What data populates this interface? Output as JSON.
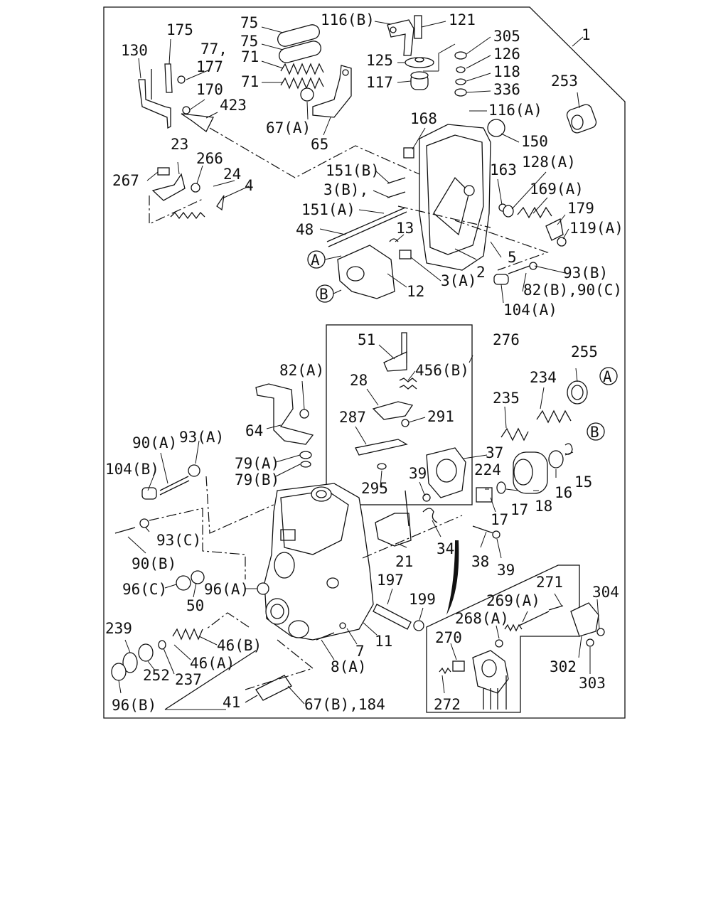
{
  "diagram": {
    "callouts": [
      "1",
      "2",
      "3(A)",
      "3(B),",
      "4",
      "5",
      "7",
      "8(A)",
      "11",
      "12",
      "13",
      "15",
      "16",
      "17",
      "17",
      "18",
      "21",
      "23",
      "24",
      "28",
      "34",
      "37",
      "38",
      "39",
      "39",
      "41",
      "46(A)",
      "46(B)",
      "48",
      "50",
      "51",
      "64",
      "65",
      "67(A)",
      "67(B),184",
      "71",
      "71",
      "75",
      "75",
      "77,",
      "79(A)",
      "79(B)",
      "82(A)",
      "82(B),90(C)",
      "90(A)",
      "90(B)",
      "93(A)",
      "93(B)",
      "93(C)",
      "96(A)",
      "96(B)",
      "96(C)",
      "104(A)",
      "104(B)",
      "116(A)",
      "116(B)",
      "117",
      "118",
      "119(A)",
      "121",
      "125",
      "126",
      "128(A)",
      "130",
      "150",
      "151(A)",
      "151(B)",
      "163",
      "168",
      "169(A)",
      "170",
      "175",
      "177",
      "179",
      "197",
      "199",
      "224",
      "234",
      "235",
      "237",
      "239",
      "252",
      "253",
      "255",
      "266",
      "267",
      "268(A)",
      "269(A)",
      "270",
      "271",
      "272",
      "276",
      "287",
      "291",
      "295",
      "302",
      "303",
      "304",
      "305",
      "336",
      "423",
      "456(B)"
    ],
    "ref_a": "A",
    "ref_b": "B"
  }
}
